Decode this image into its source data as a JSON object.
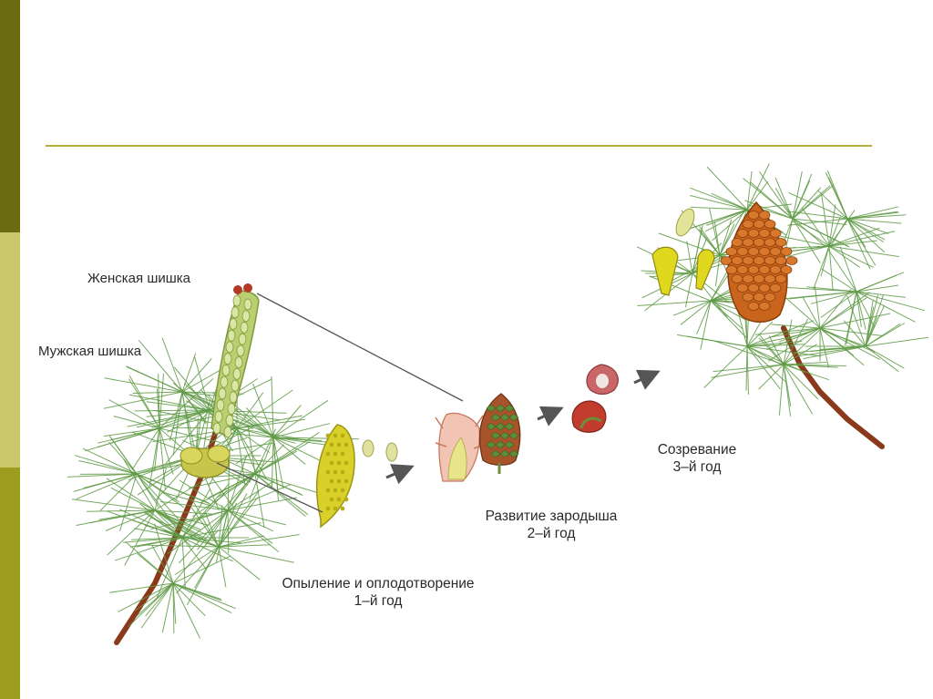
{
  "labels": {
    "female_cone": "Женская шишка",
    "male_cone": "Мужская шишка"
  },
  "stages": [
    {
      "title": "Опыление и оплодотворение",
      "year": "1–й год"
    },
    {
      "title": "Развитие зародыша",
      "year": "2–й год"
    },
    {
      "title": "Созревание",
      "year": "3–й год"
    }
  ],
  "colors": {
    "sidebar_dark": "#6b6b12",
    "sidebar_light": "#c9c96a",
    "sidebar_mid": "#9c9c1e",
    "divider": "#b4a93a",
    "needle_green": "#5f9a45",
    "bark_brown": "#8a3a1a",
    "cone_orange": "#c8641c",
    "pollen_yellow": "#d9d12a"
  }
}
